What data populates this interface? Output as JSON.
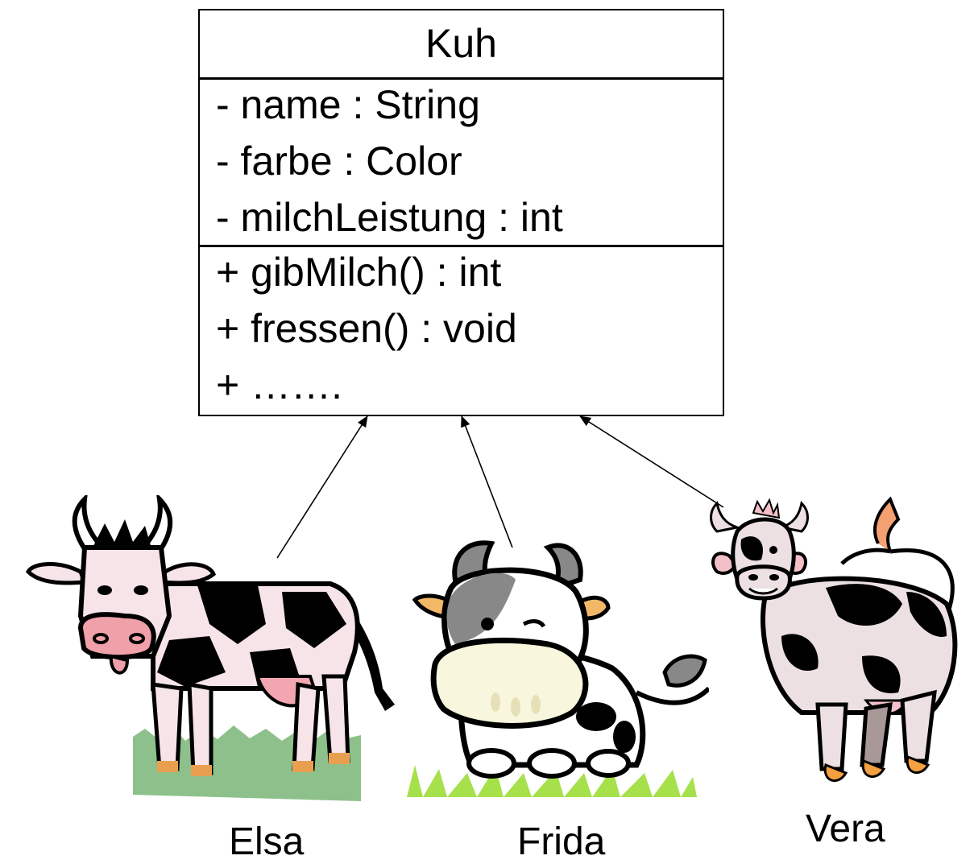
{
  "class_box": {
    "title": "Kuh",
    "attributes": [
      "- name : String",
      "- farbe : Color",
      "- milchLeistung : int"
    ],
    "operations": [
      "+ gibMilch() : int",
      "+ fressen() : void",
      "+ ……."
    ]
  },
  "instances": [
    {
      "name": "Elsa"
    },
    {
      "name": "Frida"
    },
    {
      "name": "Vera"
    }
  ],
  "colors": {
    "elsa_body": "#f6e4e8",
    "elsa_snout": "#f0a0a8",
    "elsa_udder": "#f3a6b0",
    "elsa_grass": "#8dc08a",
    "frida_snout": "#f8f7dd",
    "frida_patch": "#888888",
    "frida_ears": "#f2b868",
    "frida_grass": "#a6e04a",
    "vera_body": "#ece0e2",
    "vera_hooves": "#f4a040",
    "vera_tail": "#f4a070"
  }
}
